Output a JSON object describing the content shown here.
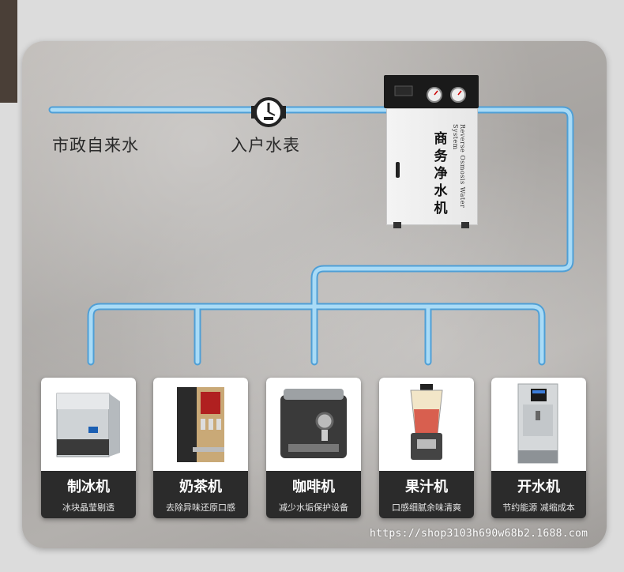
{
  "labels": {
    "municipal_water": "市政自来水",
    "water_meter": "入户水表",
    "purifier_title": "商务净水机",
    "purifier_subtitle": "Reverse Osmosis Water System"
  },
  "cards": [
    {
      "title": "制冰机",
      "subtitle": "冰块晶莹剔透",
      "icon": "ice-machine-icon"
    },
    {
      "title": "奶茶机",
      "subtitle": "去除异味还原口感",
      "icon": "milk-tea-machine-icon"
    },
    {
      "title": "咖啡机",
      "subtitle": "减少水垢保护设备",
      "icon": "coffee-machine-icon"
    },
    {
      "title": "果汁机",
      "subtitle": "口感细腻余味清爽",
      "icon": "juicer-icon"
    },
    {
      "title": "开水机",
      "subtitle": "节约能源 减缩成本",
      "icon": "water-boiler-icon"
    }
  ],
  "watermark": "https://shop3103h690w68b2.1688.com",
  "colors": {
    "pipe": "#7ec3ec",
    "pipe_edge": "#4f9fd6",
    "card_bg": "#2b2b2b"
  }
}
